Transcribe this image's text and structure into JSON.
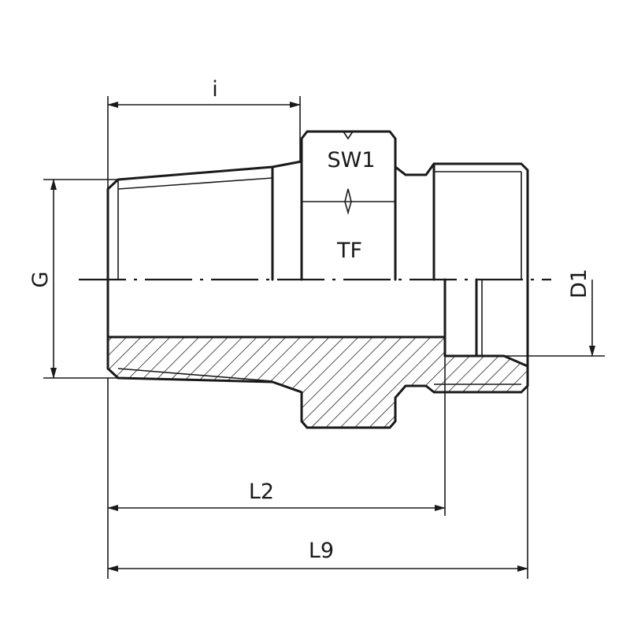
{
  "labels": {
    "i": "i",
    "sw1": "SW1",
    "tf": "TF",
    "g": "G",
    "d1": "D1",
    "l2": "L2",
    "l9": "L9"
  },
  "colors": {
    "line": "#1a1a1a",
    "background": "#ffffff"
  }
}
